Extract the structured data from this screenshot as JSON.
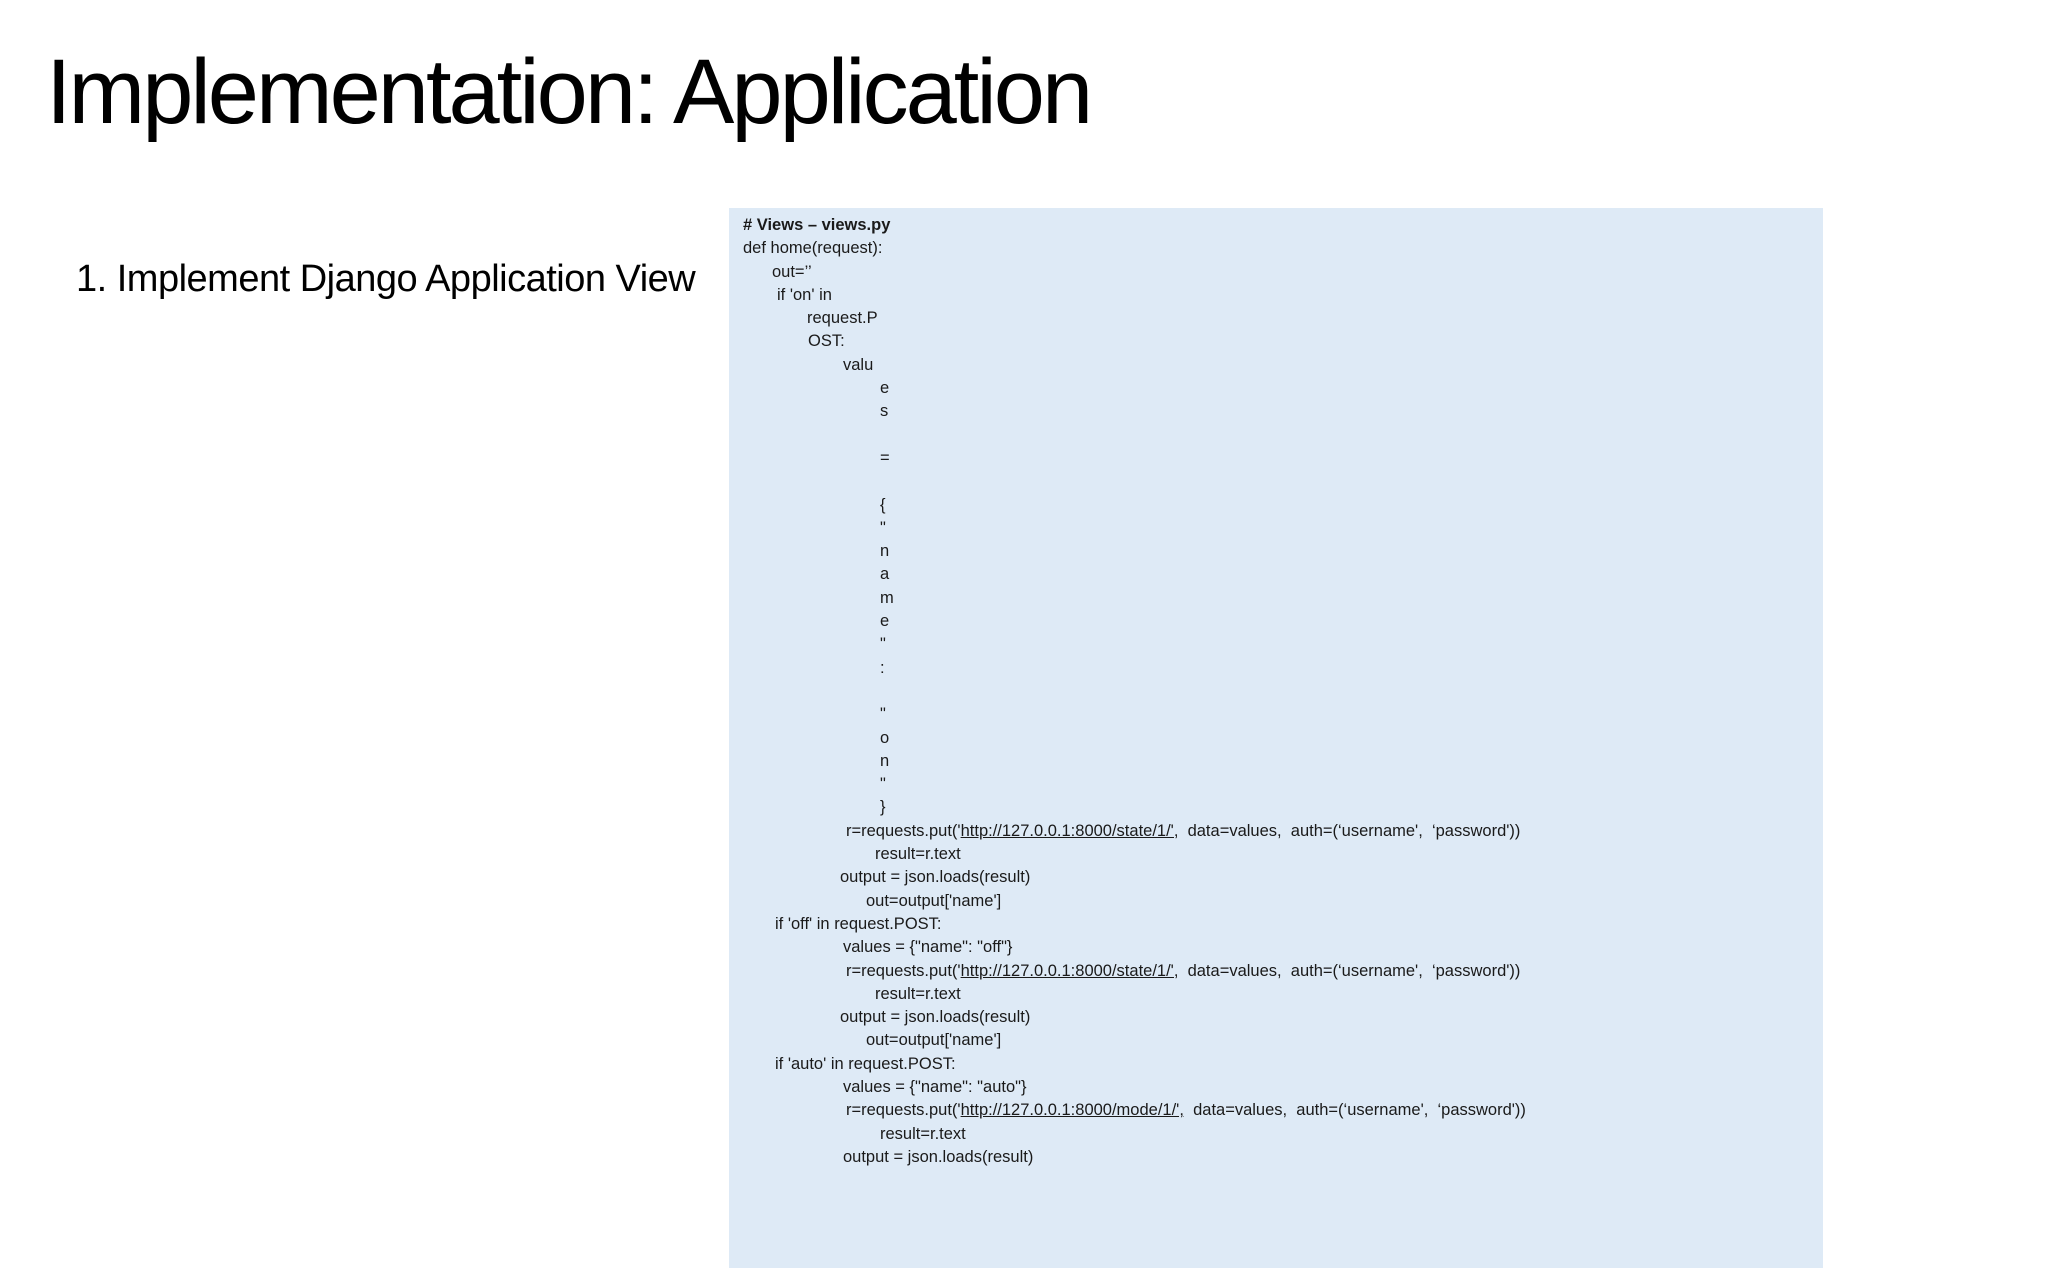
{
  "slide": {
    "title": "Implementation: Application",
    "bullet_item": "1. Implement Django Application View"
  },
  "colors": {
    "code_panel_bg": "#deeaf6",
    "code_text": "#1a1a1a",
    "title_text": "#000000"
  },
  "code_panel": {
    "lines": [
      {
        "indent": 0,
        "bold": true,
        "segments": [
          {
            "text": "# Views – views.py"
          }
        ]
      },
      {
        "indent": 0,
        "segments": [
          {
            "text": "def home(request):"
          }
        ]
      },
      {
        "indent": 29,
        "segments": [
          {
            "text": "out=’’"
          }
        ]
      },
      {
        "indent": 34,
        "segments": [
          {
            "text": "if 'on' in"
          }
        ]
      },
      {
        "indent": 64,
        "segments": [
          {
            "text": "request.P"
          }
        ]
      },
      {
        "indent": 65,
        "segments": [
          {
            "text": "OST:"
          }
        ]
      },
      {
        "indent": 100,
        "segments": [
          {
            "text": "valu"
          }
        ]
      },
      {
        "indent": 137,
        "segments": [
          {
            "text": "e"
          }
        ]
      },
      {
        "indent": 137,
        "segments": [
          {
            "text": "s"
          }
        ]
      },
      {
        "indent": 137,
        "segments": [
          {
            "text": ""
          }
        ]
      },
      {
        "indent": 137,
        "segments": [
          {
            "text": "="
          }
        ]
      },
      {
        "indent": 137,
        "segments": [
          {
            "text": ""
          }
        ]
      },
      {
        "indent": 137,
        "segments": [
          {
            "text": "{"
          }
        ]
      },
      {
        "indent": 137,
        "segments": [
          {
            "text": "\""
          }
        ]
      },
      {
        "indent": 137,
        "segments": [
          {
            "text": "n"
          }
        ]
      },
      {
        "indent": 137,
        "segments": [
          {
            "text": "a"
          }
        ]
      },
      {
        "indent": 137,
        "segments": [
          {
            "text": "m"
          }
        ]
      },
      {
        "indent": 137,
        "segments": [
          {
            "text": "e"
          }
        ]
      },
      {
        "indent": 137,
        "segments": [
          {
            "text": "\""
          }
        ]
      },
      {
        "indent": 137,
        "segments": [
          {
            "text": ":"
          }
        ]
      },
      {
        "indent": 137,
        "segments": [
          {
            "text": ""
          }
        ]
      },
      {
        "indent": 137,
        "segments": [
          {
            "text": "\""
          }
        ]
      },
      {
        "indent": 137,
        "segments": [
          {
            "text": "o"
          }
        ]
      },
      {
        "indent": 137,
        "segments": [
          {
            "text": "n"
          }
        ]
      },
      {
        "indent": 137,
        "segments": [
          {
            "text": "\""
          }
        ]
      },
      {
        "indent": 137,
        "segments": [
          {
            "text": "}"
          }
        ]
      },
      {
        "indent": 103,
        "segments": [
          {
            "text": "r=requests.put('"
          },
          {
            "text": "http://127.0.0.1:8000/state/1/',",
            "underline": true,
            "link": true
          },
          {
            "text": "  data=values,  auth=(‘username',  ‘password'))"
          }
        ]
      },
      {
        "indent": 132,
        "segments": [
          {
            "text": "result=r.text"
          }
        ]
      },
      {
        "indent": 97,
        "segments": [
          {
            "text": "output = json.loads(result)"
          }
        ]
      },
      {
        "indent": 123,
        "segments": [
          {
            "text": "out=output['name']"
          }
        ]
      },
      {
        "indent": 32,
        "segments": [
          {
            "text": "if 'off' in request.POST:"
          }
        ]
      },
      {
        "indent": 100,
        "segments": [
          {
            "text": "values = {\"name\": \"off\"}"
          }
        ]
      },
      {
        "indent": 103,
        "segments": [
          {
            "text": "r=requests.put('"
          },
          {
            "text": "http://127.0.0.1:8000/state/1/',",
            "underline": true,
            "link": true
          },
          {
            "text": "  data=values,  auth=(‘username',  ‘password'))"
          }
        ]
      },
      {
        "indent": 132,
        "segments": [
          {
            "text": "result=r.text"
          }
        ]
      },
      {
        "indent": 97,
        "segments": [
          {
            "text": "output = json.loads(result)"
          }
        ]
      },
      {
        "indent": 123,
        "segments": [
          {
            "text": "out=output['name']"
          }
        ]
      },
      {
        "indent": 32,
        "segments": [
          {
            "text": "if 'auto' in request.POST:"
          }
        ]
      },
      {
        "indent": 100,
        "segments": [
          {
            "text": "values = {\"name\": \"auto\"}"
          }
        ]
      },
      {
        "indent": 103,
        "segments": [
          {
            "text": "r=requests.put('"
          },
          {
            "text": "http://127.0.0.1:8000/mode/1/',",
            "underline": true,
            "link": true
          },
          {
            "text": "  data=values,  auth=(‘username',  ‘password'))"
          }
        ]
      },
      {
        "indent": 137,
        "segments": [
          {
            "text": "result=r.text"
          }
        ]
      },
      {
        "indent": 100,
        "segments": [
          {
            "text": "output = json.loads(result)"
          }
        ]
      }
    ]
  }
}
